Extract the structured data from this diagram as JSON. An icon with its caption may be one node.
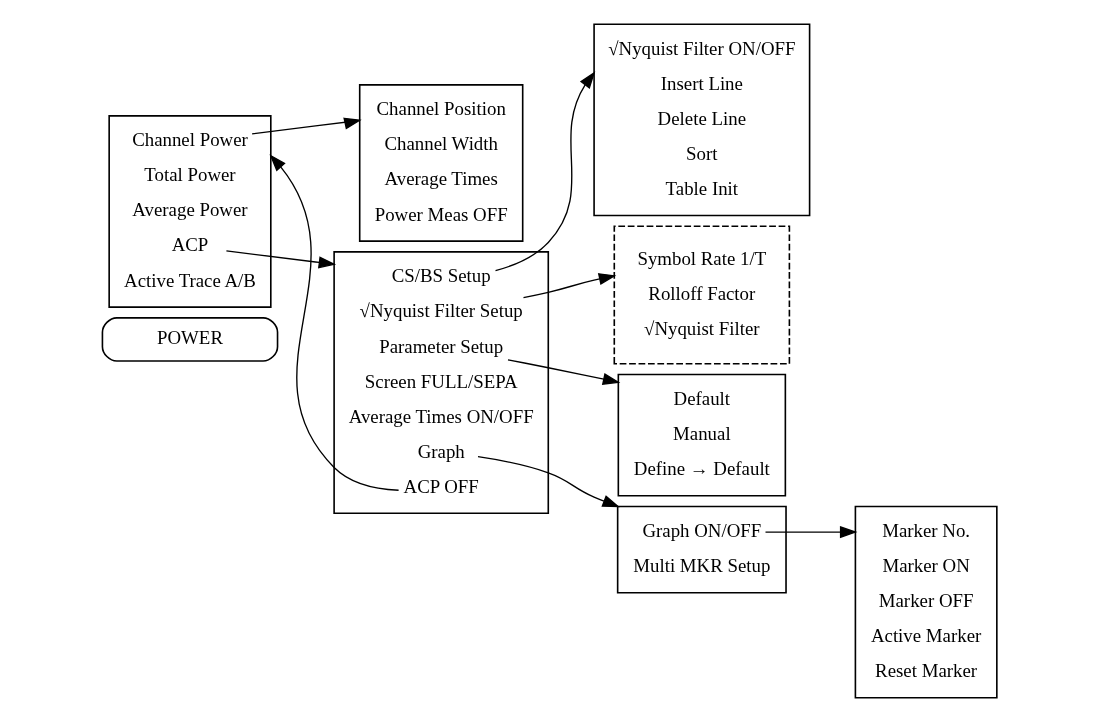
{
  "diagram": {
    "nodes": [
      {
        "text": [
          "POWER"
        ]
      },
      {
        "text": [],
        "shape": "bracket"
      },
      {
        "text": [
          "Channel Power"
        ],
        "in": 1
      },
      {
        "text": [
          "Total Power"
        ],
        "in": 1
      },
      {
        "text": [
          "Average Power"
        ],
        "in": 1
      },
      {
        "text": [
          "ACP"
        ],
        "in": 1
      },
      {
        "text": [
          "Active Trace A/B"
        ],
        "in": 1
      },
      {
        "text": [],
        "shape": "bracket"
      },
      {
        "text": [
          "Channel Position"
        ],
        "in": 7
      },
      {
        "text": [
          "Channel Width"
        ],
        "in": 7
      },
      {
        "text": [
          "Average Times"
        ],
        "in": 7
      },
      {
        "text": [
          "Power Meas OFF"
        ],
        "in": 7
      },
      {
        "text": [],
        "shape": "bracket"
      },
      {
        "text": [
          "CS/BS Setup"
        ],
        "in": 12
      },
      {
        "text": [
          "√Nyquist Filter Setup"
        ],
        "in": 12
      },
      {
        "text": [
          "Parameter Setup"
        ],
        "in": 12
      },
      {
        "text": [
          "Screen FULL/SEPA"
        ],
        "in": 12
      },
      {
        "text": [
          "Average Times ON/OFF"
        ],
        "in": 12
      },
      {
        "text": [
          "Graph"
        ],
        "in": 12
      },
      {
        "text": [
          "ACP OFF"
        ],
        "in": 12
      },
      {
        "text": [],
        "shape": "bracket"
      },
      {
        "text": [
          "√Nyquist Filter ON/OFF"
        ],
        "in": 20
      },
      {
        "text": [
          "Insert Line"
        ],
        "in": 20
      },
      {
        "text": [
          "Delete Line"
        ],
        "in": 20
      },
      {
        "text": [
          "Sort"
        ],
        "in": 20
      },
      {
        "text": [
          "Table Init"
        ],
        "in": 20
      },
      {
        "text": [],
        "shape": "box"
      },
      {
        "text": [
          "Symbol Rate 1/T"
        ],
        "in": 26
      },
      {
        "text": [
          "Rolloff Factor"
        ],
        "in": 26
      },
      {
        "text": [
          "√Nyquist Filter"
        ],
        "in": 26
      },
      {
        "text": [],
        "shape": "bracket"
      },
      {
        "text": [
          "Default"
        ],
        "in": 30
      },
      {
        "text": [
          "Manual"
        ],
        "in": 30
      },
      {
        "text": [
          "Define → Default"
        ],
        "in": 30
      },
      {
        "text": [],
        "shape": "bracket"
      },
      {
        "text": [
          "Graph ON/OFF"
        ],
        "in": 34
      },
      {
        "text": [
          "Multi MKR Setup"
        ],
        "in": 34
      },
      {
        "text": [],
        "shape": "bracket"
      },
      {
        "text": [
          "Marker No."
        ],
        "in": 37
      },
      {
        "text": [
          "Marker ON"
        ],
        "in": 37
      },
      {
        "text": [
          "Marker OFF"
        ],
        "in": 37
      },
      {
        "text": [
          "Active Marker"
        ],
        "in": 37
      },
      {
        "text": [
          "Reset Marker"
        ],
        "in": 37
      }
    ],
    "edges": [
      {
        "from": 2,
        "to": 7,
        "arrow": "to"
      },
      {
        "from": 5,
        "to": 12,
        "arrow": "to"
      },
      {
        "from": 13,
        "to": 20,
        "arrow": "to"
      },
      {
        "from": 14,
        "to": 26,
        "arrow": "to"
      },
      {
        "from": 15,
        "to": 30,
        "arrow": "to"
      },
      {
        "from": 18,
        "to": 34,
        "arrow": "to"
      },
      {
        "from": 19,
        "to": 1,
        "arrow": "to"
      },
      {
        "from": 35,
        "to": 37,
        "arrow": "to"
      }
    ]
  }
}
